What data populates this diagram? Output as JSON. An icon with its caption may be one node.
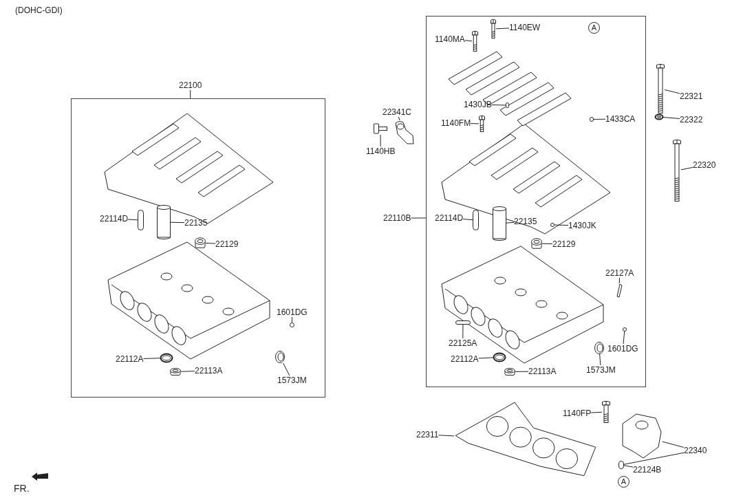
{
  "diagram": {
    "nodes": [
      {
        "text": [],
        "shape": "box"
      },
      {
        "text": [
          "22100"
        ]
      },
      {
        "text": [
          "22114D"
        ],
        "in": 0
      },
      {
        "text": [],
        "shape": "bar",
        "in": 0
      },
      {
        "text": [
          "22135"
        ],
        "in": 0
      },
      {
        "text": [],
        "shape": "cylinder",
        "in": 0
      },
      {
        "text": [
          "22129"
        ],
        "in": 0
      },
      {
        "text": [],
        "shape": "picture",
        "in": 0
      },
      {
        "text": [
          "1601DG"
        ],
        "in": 0
      },
      {
        "text": [],
        "shape": "circle",
        "in": 0
      },
      {
        "text": [
          "22112A"
        ],
        "in": 0
      },
      {
        "text": [],
        "shape": "picture",
        "in": 0
      },
      {
        "text": [
          "22113A"
        ],
        "in": 0
      },
      {
        "text": [],
        "shape": "picture",
        "in": 0
      },
      {
        "text": [
          "1573JM"
        ],
        "in": 0
      },
      {
        "text": [],
        "shape": "picture",
        "in": 0
      },
      {
        "text": [],
        "shape": "box"
      },
      {
        "text": [
          "1140MA"
        ],
        "in": 16
      },
      {
        "text": [],
        "shape": "picture",
        "in": 16
      },
      {
        "text": [
          "1140EW"
        ],
        "in": 16
      },
      {
        "text": [],
        "shape": "picture",
        "in": 16
      },
      {
        "text": [
          "1430JB"
        ],
        "in": 16
      },
      {
        "text": [],
        "shape": "bar",
        "in": 16
      },
      {
        "text": [
          "1140FM"
        ],
        "in": 16
      },
      {
        "text": [],
        "shape": "picture",
        "in": 16
      },
      {
        "text": [
          "1433CA"
        ],
        "in": 16
      },
      {
        "text": [],
        "shape": "bar",
        "in": 16
      },
      {
        "text": [
          "22114D"
        ],
        "in": 16
      },
      {
        "text": [],
        "shape": "bar",
        "in": 16
      },
      {
        "text": [
          "22135"
        ],
        "in": 16
      },
      {
        "text": [],
        "shape": "cylinder",
        "in": 16
      },
      {
        "text": [
          "22129"
        ],
        "in": 16
      },
      {
        "text": [],
        "shape": "picture",
        "in": 16
      },
      {
        "text": [
          "1430JK"
        ],
        "in": 16
      },
      {
        "text": [],
        "shape": "circle",
        "in": 16
      },
      {
        "text": [
          "22127A"
        ],
        "in": 16
      },
      {
        "text": [],
        "shape": "picture",
        "in": 16
      },
      {
        "text": [
          "22125A"
        ],
        "in": 16
      },
      {
        "text": [],
        "shape": "bar",
        "in": 16
      },
      {
        "text": [
          "22112A"
        ],
        "in": 16
      },
      {
        "text": [],
        "shape": "picture",
        "in": 16
      },
      {
        "text": [
          "1601DG"
        ],
        "in": 16
      },
      {
        "text": [],
        "shape": "circle",
        "in": 16
      },
      {
        "text": [
          "1573JM"
        ],
        "in": 16
      },
      {
        "text": [],
        "shape": "picture",
        "in": 16
      },
      {
        "text": [
          "22113A"
        ],
        "in": 16
      },
      {
        "text": [],
        "shape": "picture",
        "in": 16
      },
      {
        "text": [
          "22341C"
        ]
      },
      {
        "text": [],
        "shape": "picture"
      },
      {
        "text": [
          "1140HB"
        ]
      },
      {
        "text": [],
        "shape": "picture"
      },
      {
        "text": [
          "22110B"
        ]
      },
      {
        "text": [
          "22321"
        ]
      },
      {
        "text": [],
        "shape": "picture"
      },
      {
        "text": [
          "22322"
        ]
      },
      {
        "text": [],
        "shape": "picture"
      },
      {
        "text": [
          "22320"
        ]
      },
      {
        "text": [],
        "shape": "picture"
      },
      {
        "text": [
          "22311"
        ]
      },
      {
        "text": [],
        "shape": "picture"
      },
      {
        "text": [
          "1140FP"
        ]
      },
      {
        "text": [],
        "shape": "picture"
      },
      {
        "text": [
          "22340"
        ]
      },
      {
        "text": [],
        "shape": "picture"
      },
      {
        "text": [
          "22124B"
        ]
      },
      {
        "text": [],
        "shape": "bar"
      }
    ],
    "edges": [
      {
        "from": 1,
        "to": 0,
        "arrow": "none"
      },
      {
        "from": 2,
        "to": 3,
        "arrow": "none"
      },
      {
        "from": 4,
        "to": 5,
        "arrow": "none"
      },
      {
        "from": 6,
        "to": 7,
        "arrow": "none"
      },
      {
        "from": 8,
        "to": 9,
        "arrow": "none"
      },
      {
        "from": 10,
        "to": 11,
        "arrow": "none"
      },
      {
        "from": 12,
        "to": 13,
        "arrow": "none"
      },
      {
        "from": 14,
        "to": 15,
        "arrow": "none"
      },
      {
        "from": 17,
        "to": 18,
        "arrow": "none"
      },
      {
        "from": 19,
        "to": 20,
        "arrow": "none"
      },
      {
        "from": 21,
        "to": 22,
        "arrow": "none"
      },
      {
        "from": 23,
        "to": 24,
        "arrow": "none"
      },
      {
        "from": 25,
        "to": 26,
        "arrow": "none"
      },
      {
        "from": 27,
        "to": 28,
        "arrow": "none"
      },
      {
        "from": 29,
        "to": 30,
        "arrow": "none"
      },
      {
        "from": 31,
        "to": 32,
        "arrow": "none"
      },
      {
        "from": 33,
        "to": 34,
        "arrow": "none"
      },
      {
        "from": 35,
        "to": 36,
        "arrow": "none"
      },
      {
        "from": 37,
        "to": 38,
        "arrow": "none"
      },
      {
        "from": 39,
        "to": 40,
        "arrow": "none"
      },
      {
        "from": 41,
        "to": 42,
        "arrow": "none"
      },
      {
        "from": 43,
        "to": 44,
        "arrow": "none"
      },
      {
        "from": 45,
        "to": 46,
        "arrow": "none"
      },
      {
        "from": 47,
        "to": 48,
        "arrow": "none"
      },
      {
        "from": 49,
        "to": 50,
        "arrow": "none"
      },
      {
        "from": 51,
        "to": 16,
        "arrow": "none"
      },
      {
        "from": 52,
        "to": 53,
        "arrow": "none"
      },
      {
        "from": 54,
        "to": 55,
        "arrow": "none"
      },
      {
        "from": 56,
        "to": 57,
        "arrow": "none"
      },
      {
        "from": 58,
        "to": 59,
        "arrow": "none"
      },
      {
        "from": 60,
        "to": 61,
        "arrow": "none"
      },
      {
        "from": 62,
        "to": 63,
        "arrow": "none"
      },
      {
        "from": 62,
        "to": 65,
        "arrow": "none"
      },
      {
        "from": 64,
        "to": 65,
        "arrow": "none"
      }
    ],
    "labels": [
      "(DOHC-GDI)",
      "A",
      "A",
      "FR."
    ]
  }
}
